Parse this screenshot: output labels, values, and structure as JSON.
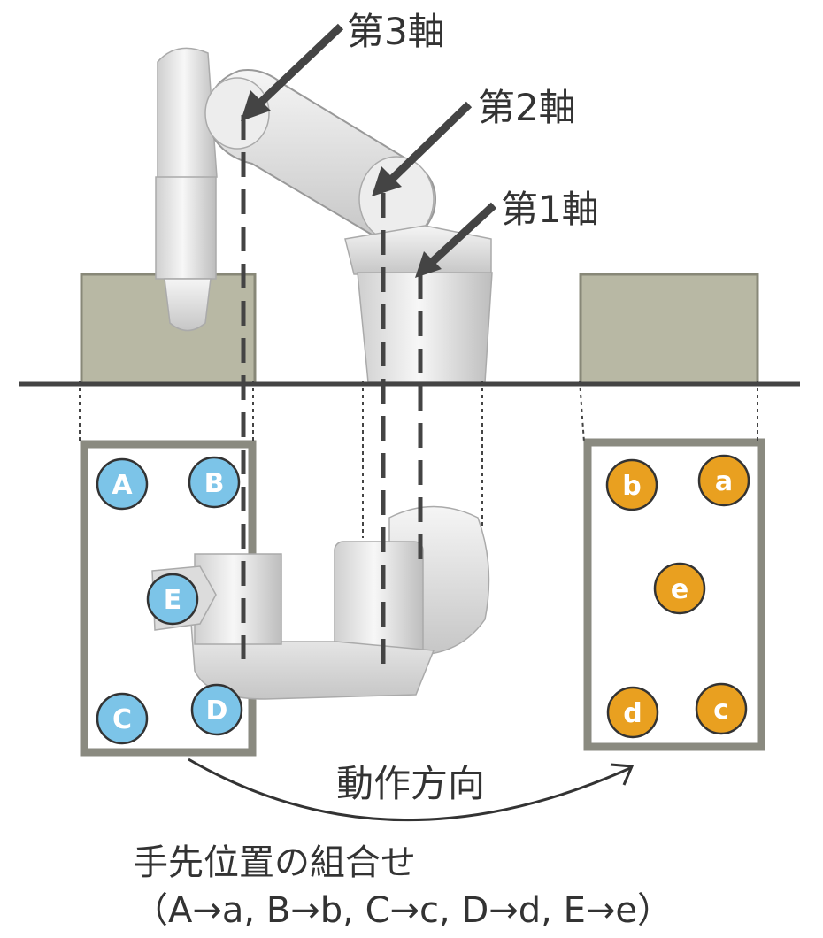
{
  "axis_labels": {
    "axis3": "第3軸",
    "axis2": "第2軸",
    "axis1": "第1軸"
  },
  "motion_label": "動作方向",
  "caption": {
    "line1": "手先位置の組合せ",
    "line2": "（A→a, B→b, C→c, D→d, E→e）"
  },
  "start_markers": [
    "A",
    "B",
    "C",
    "D",
    "E"
  ],
  "goal_markers": [
    "a",
    "b",
    "c",
    "d",
    "e"
  ],
  "colors": {
    "start_marker": "#7cc4e8",
    "goal_marker": "#e9a020",
    "box": "#b8b8a4",
    "frame": "#8a8a80",
    "robot": "#e4e4e4",
    "line": "#444444"
  }
}
